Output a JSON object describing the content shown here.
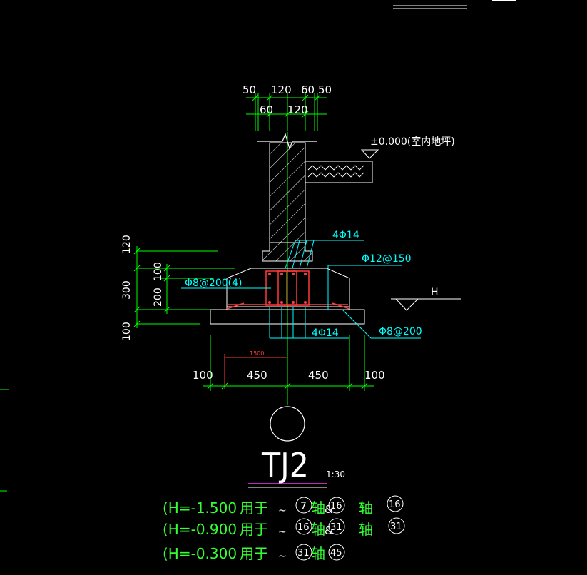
{
  "top_dims": {
    "row1": [
      "50",
      "120",
      "60",
      "50"
    ],
    "row2": [
      "60",
      "120"
    ]
  },
  "elevation_label": "±0.000(室内地坪)",
  "ground_label": "H",
  "rebar": {
    "top_main": "4Φ14",
    "distribution": "Φ12@150",
    "stirrup": "Φ8@200(4)",
    "bottom_main": "4Φ14",
    "bottom_dist": "Φ8@200"
  },
  "red_dim": "1500",
  "left_dims": [
    "120",
    "100",
    "300",
    "200",
    "100"
  ],
  "bottom_dims": [
    "100",
    "450",
    "450",
    "100"
  ],
  "title": "TJ2",
  "scale": "1:30",
  "notes": [
    {
      "h": "(H=-1.500",
      "use": "用于",
      "tilde": "~",
      "a": "7",
      "axis1": "轴",
      "and": "&",
      "b": "16",
      "axis2": "轴",
      "c": "16"
    },
    {
      "h": "(H=-0.900",
      "use": "用于",
      "tilde": "~",
      "a": "16",
      "axis1": "轴",
      "and": "&",
      "b": "31",
      "axis2": "轴",
      "c": "31"
    },
    {
      "h": "(H=-0.300",
      "use": "用于",
      "tilde": "~",
      "a": "31",
      "axis1": "轴",
      "b": "45"
    }
  ],
  "colors": {
    "green": "#00ff00",
    "white": "#ffffff",
    "cyan": "#00ffff",
    "red": "#ff3b3b",
    "magenta": "#ff33ff",
    "yellow_green": "#33ff33"
  }
}
